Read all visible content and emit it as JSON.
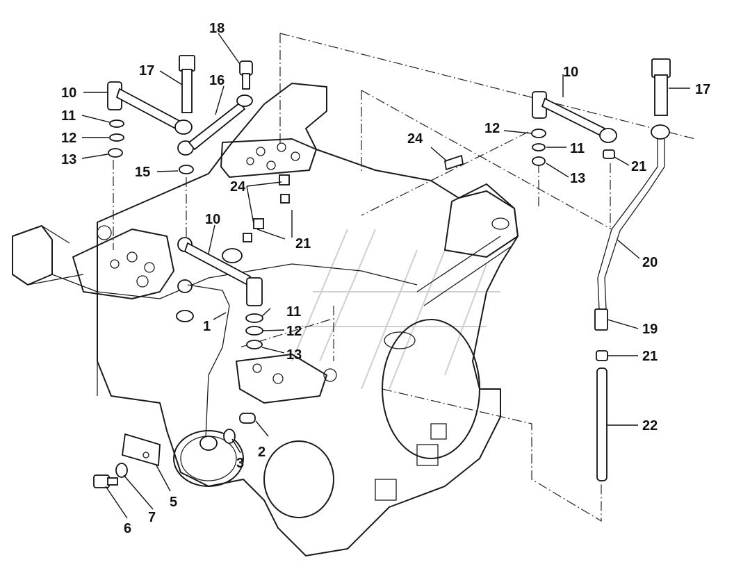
{
  "callouts": {
    "c1": "1",
    "c2": "2",
    "c3": "3",
    "c5": "5",
    "c6": "6",
    "c7": "7",
    "c10a": "10",
    "c10b": "10",
    "c10c": "10",
    "c11a": "11",
    "c11b": "11",
    "c11c": "11",
    "c12a": "12",
    "c12b": "12",
    "c12c": "12",
    "c13a": "13",
    "c13b": "13",
    "c13c": "13",
    "c15": "15",
    "c16": "16",
    "c17a": "17",
    "c17b": "17",
    "c18": "18",
    "c19": "19",
    "c20": "20",
    "c21a": "21",
    "c21b": "21",
    "c21c": "21",
    "c22": "22",
    "c24a": "24",
    "c24b": "24"
  }
}
